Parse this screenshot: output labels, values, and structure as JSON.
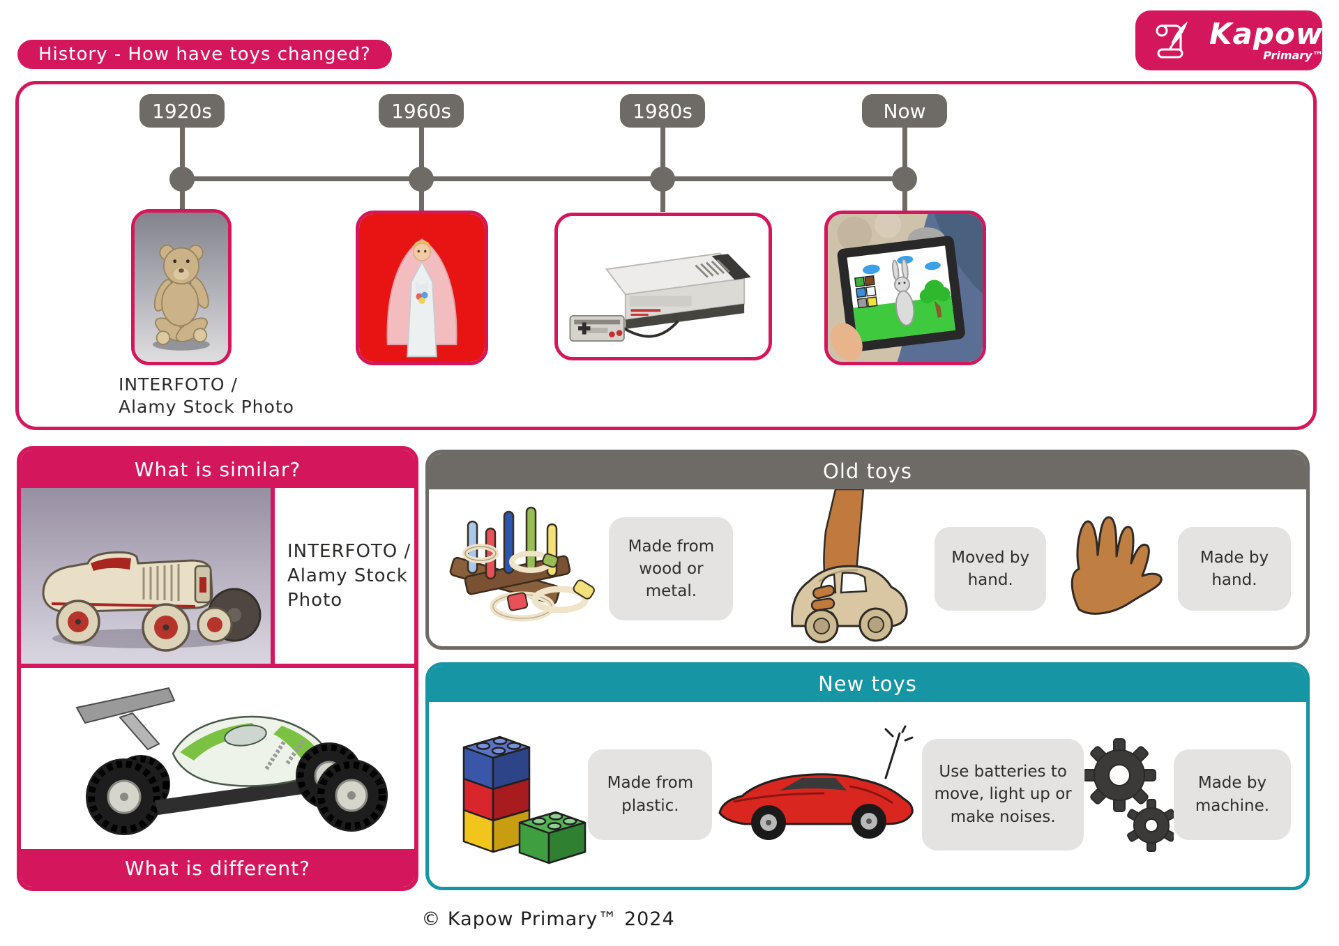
{
  "page": {
    "title": "History - How have toys changed?",
    "copyright": "© Kapow Primary™ 2024"
  },
  "logo": {
    "brand": "Kapow",
    "sub": "Primary™"
  },
  "colors": {
    "pink": "#d4175c",
    "gray": "#6e6a66",
    "teal": "#1695a4",
    "fact_box_gray": "#e4e3e2",
    "red_photo_bg": "#e81414"
  },
  "timeline": {
    "eras": [
      {
        "label": "1920s",
        "image": "teddy-bear"
      },
      {
        "label": "1960s",
        "image": "bride-doll"
      },
      {
        "label": "1980s",
        "image": "games-console"
      },
      {
        "label": "Now",
        "image": "child-with-tablet"
      }
    ],
    "credit_line1": "INTERFOTO /",
    "credit_line2": "Alamy Stock Photo"
  },
  "compare": {
    "header": "What is similar?",
    "footer": "What is different?",
    "credit_line1": "INTERFOTO /",
    "credit_line2": "Alamy Stock",
    "credit_line3": "Photo"
  },
  "old_toys": {
    "header": "Old toys",
    "facts": [
      "Made from wood or metal.",
      "Moved by hand.",
      "Made by hand."
    ]
  },
  "new_toys": {
    "header": "New toys",
    "facts": [
      "Made from plastic.",
      "Use batteries to move, light up or make noises.",
      "Made by machine."
    ]
  }
}
